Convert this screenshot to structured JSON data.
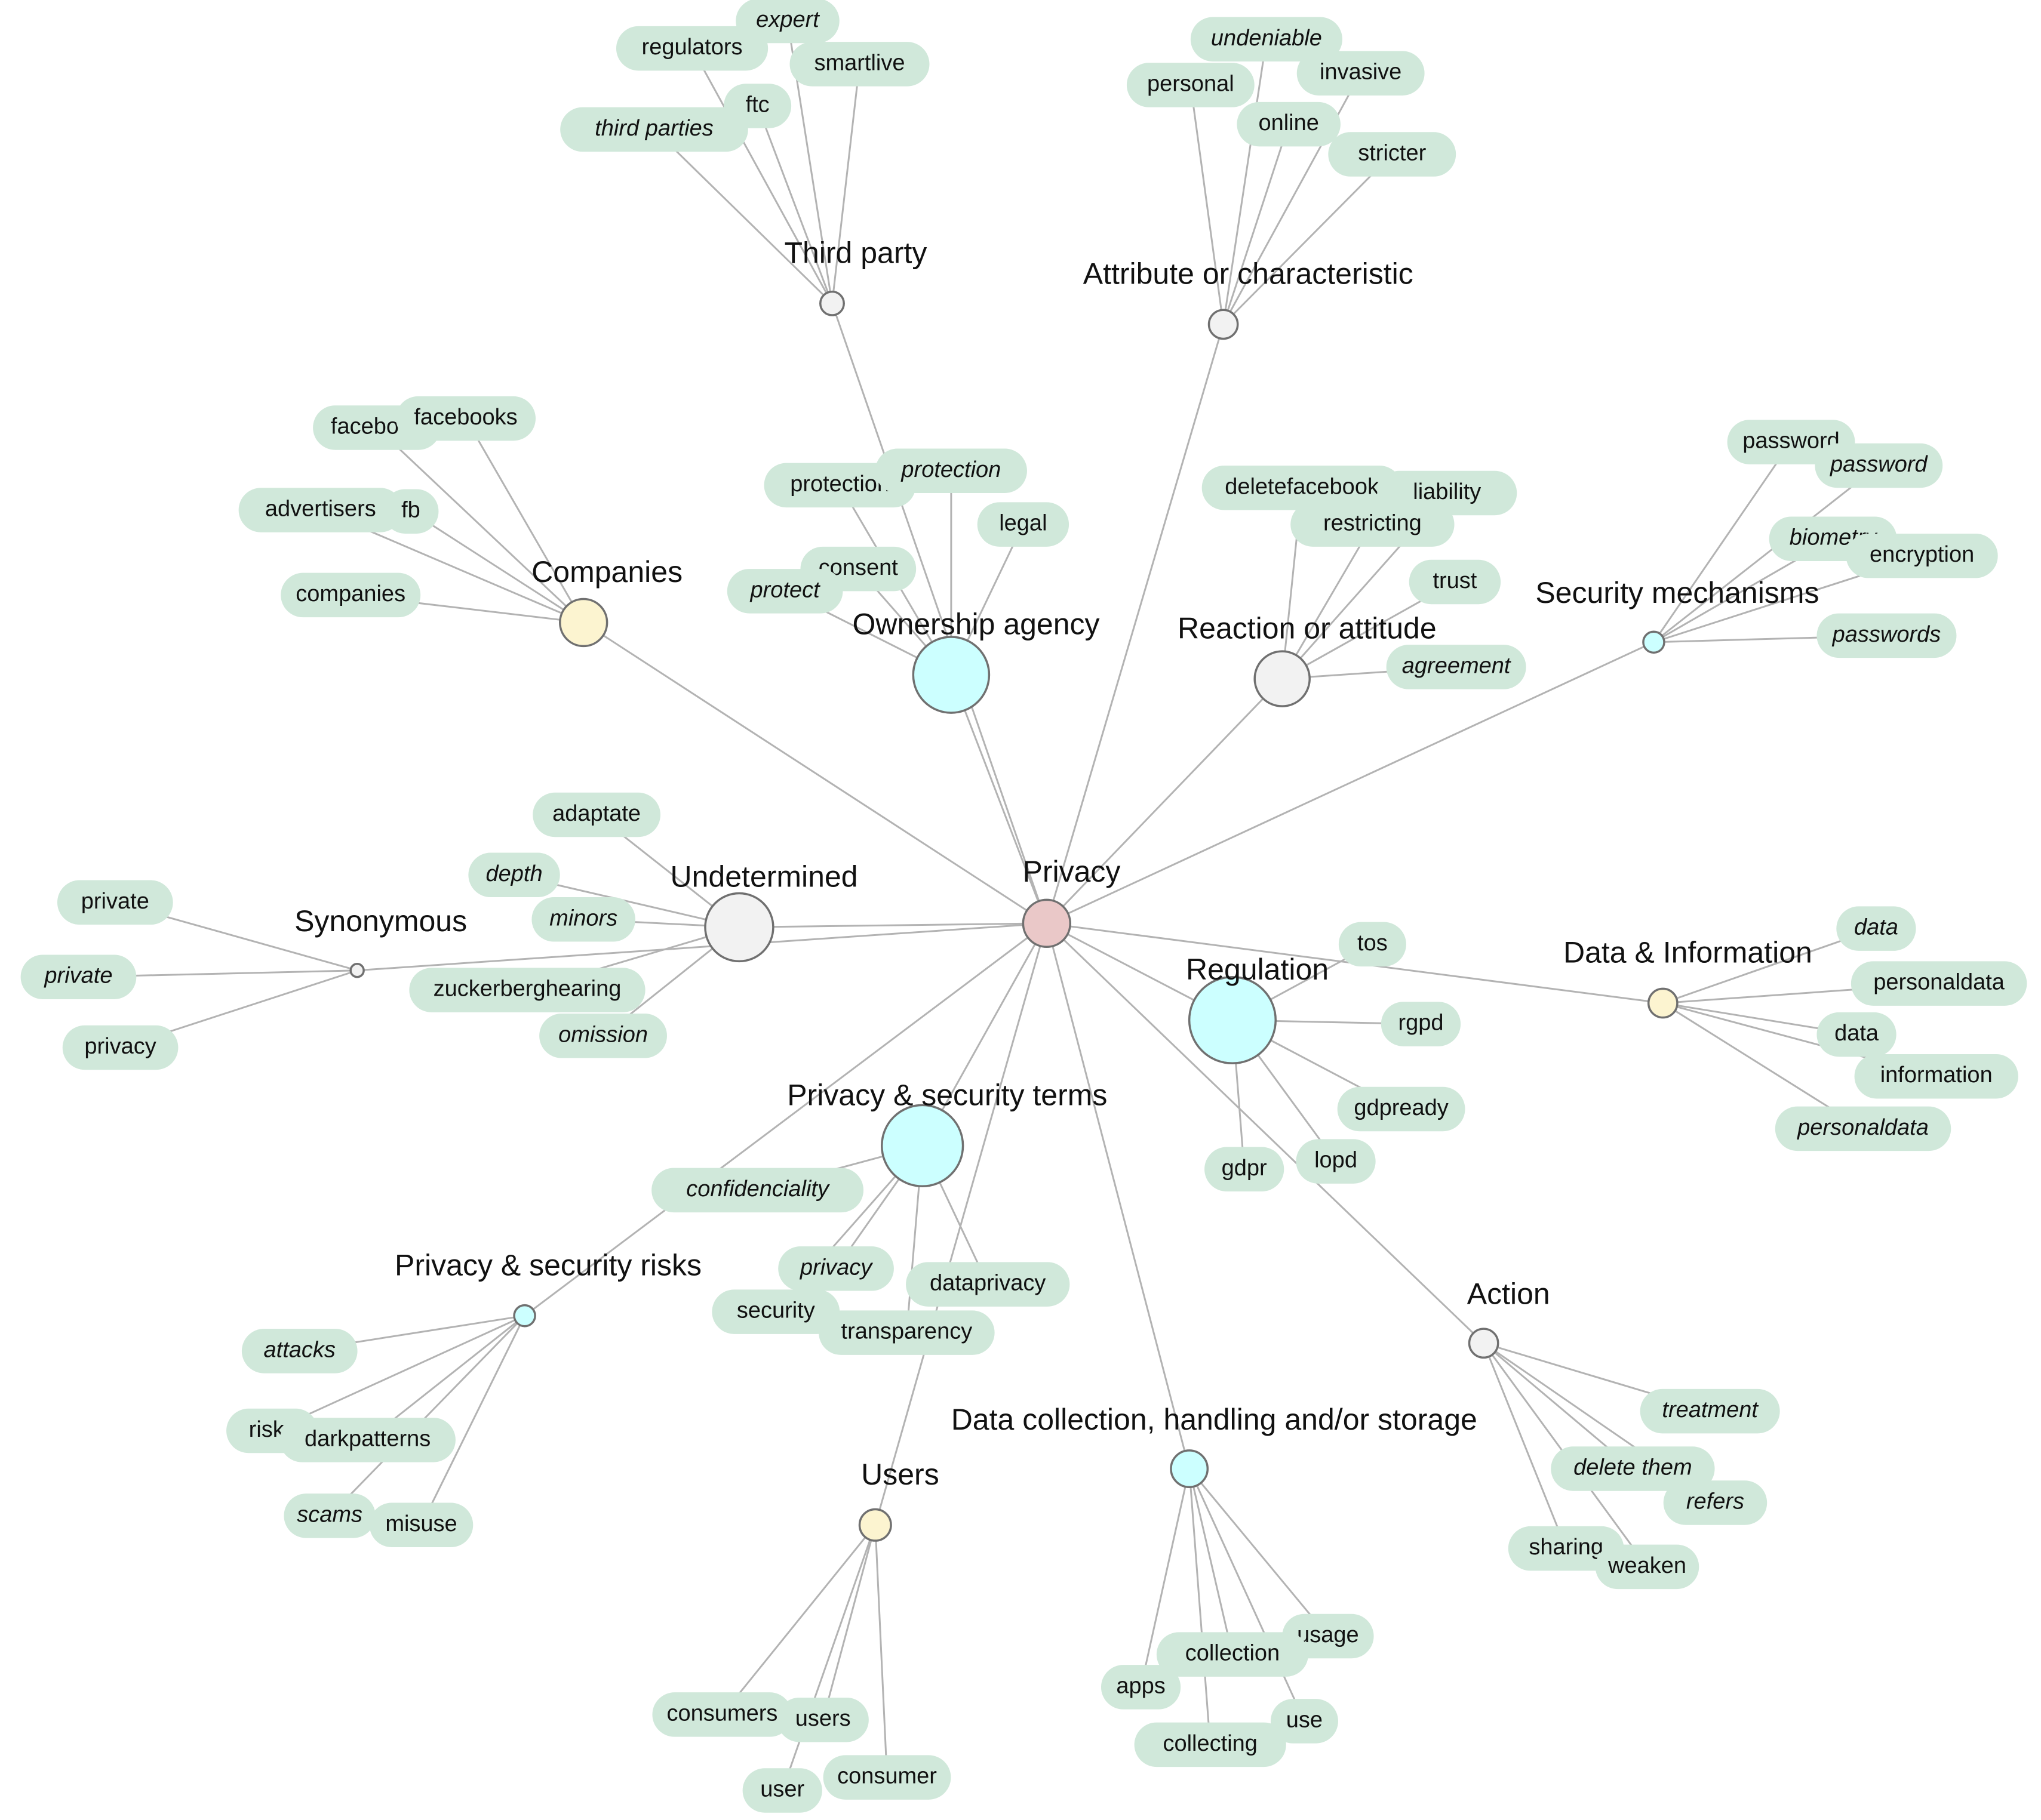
{
  "colors": {
    "background": "#ffffff",
    "edge": "#b3b3b3",
    "pill": "#d0e8da",
    "hub_stroke": "#707070",
    "root": "#eac8c8",
    "cyan": "#ccffff",
    "yellow": "#fcf4d0",
    "grey": "#f2f2f2"
  },
  "root": {
    "label": "Privacy",
    "fill": "root"
  },
  "categories": [
    {
      "label": "Third party",
      "fill": "grey",
      "terms": [
        {
          "text": "expert",
          "italic": true
        },
        {
          "text": "regulators",
          "italic": false
        },
        {
          "text": "smartlive",
          "italic": false
        },
        {
          "text": "ftc",
          "italic": false
        },
        {
          "text": "third parties",
          "italic": true
        }
      ]
    },
    {
      "label": "Attribute or characteristic",
      "fill": "grey",
      "terms": [
        {
          "text": "undeniable",
          "italic": true
        },
        {
          "text": "personal",
          "italic": false
        },
        {
          "text": "invasive",
          "italic": false
        },
        {
          "text": "online",
          "italic": false
        },
        {
          "text": "stricter",
          "italic": false
        }
      ]
    },
    {
      "label": "Companies",
      "fill": "yellow",
      "terms": [
        {
          "text": "facebook",
          "italic": false
        },
        {
          "text": "facebooks",
          "italic": false
        },
        {
          "text": "advertisers",
          "italic": false
        },
        {
          "text": "fb",
          "italic": false
        },
        {
          "text": "companies",
          "italic": false
        }
      ]
    },
    {
      "label": "Ownership agency",
      "fill": "cyan",
      "terms": [
        {
          "text": "protection",
          "italic": false
        },
        {
          "text": "protection",
          "italic": true
        },
        {
          "text": "legal",
          "italic": false
        },
        {
          "text": "consent",
          "italic": false
        },
        {
          "text": "protect",
          "italic": true
        }
      ]
    },
    {
      "label": "Reaction or attitude",
      "fill": "grey",
      "terms": [
        {
          "text": "deletefacebook",
          "italic": false
        },
        {
          "text": "liability",
          "italic": false
        },
        {
          "text": "restricting",
          "italic": false
        },
        {
          "text": "trust",
          "italic": false
        },
        {
          "text": "agreement",
          "italic": true
        }
      ]
    },
    {
      "label": "Security mechanisms",
      "fill": "cyan",
      "terms": [
        {
          "text": "password",
          "italic": false
        },
        {
          "text": "password",
          "italic": true
        },
        {
          "text": "biometry",
          "italic": true
        },
        {
          "text": "encryption",
          "italic": false
        },
        {
          "text": "passwords",
          "italic": true
        }
      ]
    },
    {
      "label": "Undetermined",
      "fill": "grey",
      "terms": [
        {
          "text": "adaptate",
          "italic": false
        },
        {
          "text": "depth",
          "italic": true
        },
        {
          "text": "minors",
          "italic": true
        },
        {
          "text": "zuckerberghearing",
          "italic": false
        },
        {
          "text": "omission",
          "italic": true
        }
      ]
    },
    {
      "label": "Synonymous",
      "fill": "grey",
      "terms": [
        {
          "text": "private",
          "italic": false
        },
        {
          "text": "private",
          "italic": true
        },
        {
          "text": "privacy",
          "italic": false
        }
      ]
    },
    {
      "label": "Regulation",
      "fill": "cyan",
      "terms": [
        {
          "text": "tos",
          "italic": false
        },
        {
          "text": "rgpd",
          "italic": false
        },
        {
          "text": "gdpready",
          "italic": false
        },
        {
          "text": "lopd",
          "italic": false
        },
        {
          "text": "gdpr",
          "italic": false
        }
      ]
    },
    {
      "label": "Data & Information",
      "fill": "yellow",
      "terms": [
        {
          "text": "data",
          "italic": true
        },
        {
          "text": "personaldata",
          "italic": false
        },
        {
          "text": "data",
          "italic": false
        },
        {
          "text": "information",
          "italic": false
        },
        {
          "text": "personaldata",
          "italic": true
        }
      ]
    },
    {
      "label": "Privacy & security terms",
      "fill": "cyan",
      "terms": [
        {
          "text": "confidenciality",
          "italic": true
        },
        {
          "text": "privacy",
          "italic": true
        },
        {
          "text": "security",
          "italic": false
        },
        {
          "text": "dataprivacy",
          "italic": false
        },
        {
          "text": "transparency",
          "italic": false
        }
      ]
    },
    {
      "label": "Privacy & security risks",
      "fill": "cyan",
      "terms": [
        {
          "text": "attacks",
          "italic": true
        },
        {
          "text": "risks",
          "italic": false
        },
        {
          "text": "darkpatterns",
          "italic": false
        },
        {
          "text": "scams",
          "italic": true
        },
        {
          "text": "misuse",
          "italic": false
        }
      ]
    },
    {
      "label": "Action",
      "fill": "grey",
      "terms": [
        {
          "text": "treatment",
          "italic": true
        },
        {
          "text": "delete them",
          "italic": true
        },
        {
          "text": "refers",
          "italic": true
        },
        {
          "text": "sharing",
          "italic": false
        },
        {
          "text": "weaken",
          "italic": false
        }
      ]
    },
    {
      "label": "Data collection, handling and/or storage",
      "fill": "cyan",
      "terms": [
        {
          "text": "usage",
          "italic": false
        },
        {
          "text": "collection",
          "italic": false
        },
        {
          "text": "apps",
          "italic": false
        },
        {
          "text": "use",
          "italic": false
        },
        {
          "text": "collecting",
          "italic": false
        }
      ]
    },
    {
      "label": "Users",
      "fill": "yellow",
      "terms": [
        {
          "text": "consumers",
          "italic": false
        },
        {
          "text": "users",
          "italic": false
        },
        {
          "text": "user",
          "italic": false
        },
        {
          "text": "consumer",
          "italic": false
        }
      ]
    }
  ]
}
